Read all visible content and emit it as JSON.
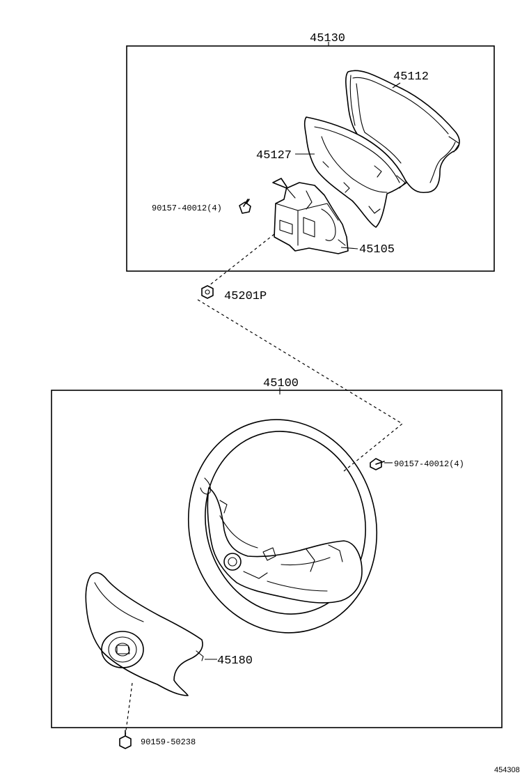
{
  "diagram": {
    "upper_assembly": {
      "number": "45130",
      "parts": {
        "cover": "45112",
        "retainer": "45127",
        "bracket": "45105",
        "screw": "90157-40012(4)"
      }
    },
    "nut": "45201P",
    "lower_assembly": {
      "number": "45100",
      "parts": {
        "screw": "90157-40012(4)",
        "pad": "45180"
      }
    },
    "bottom_screw": "90159-50238",
    "figure_ref": "454308"
  }
}
